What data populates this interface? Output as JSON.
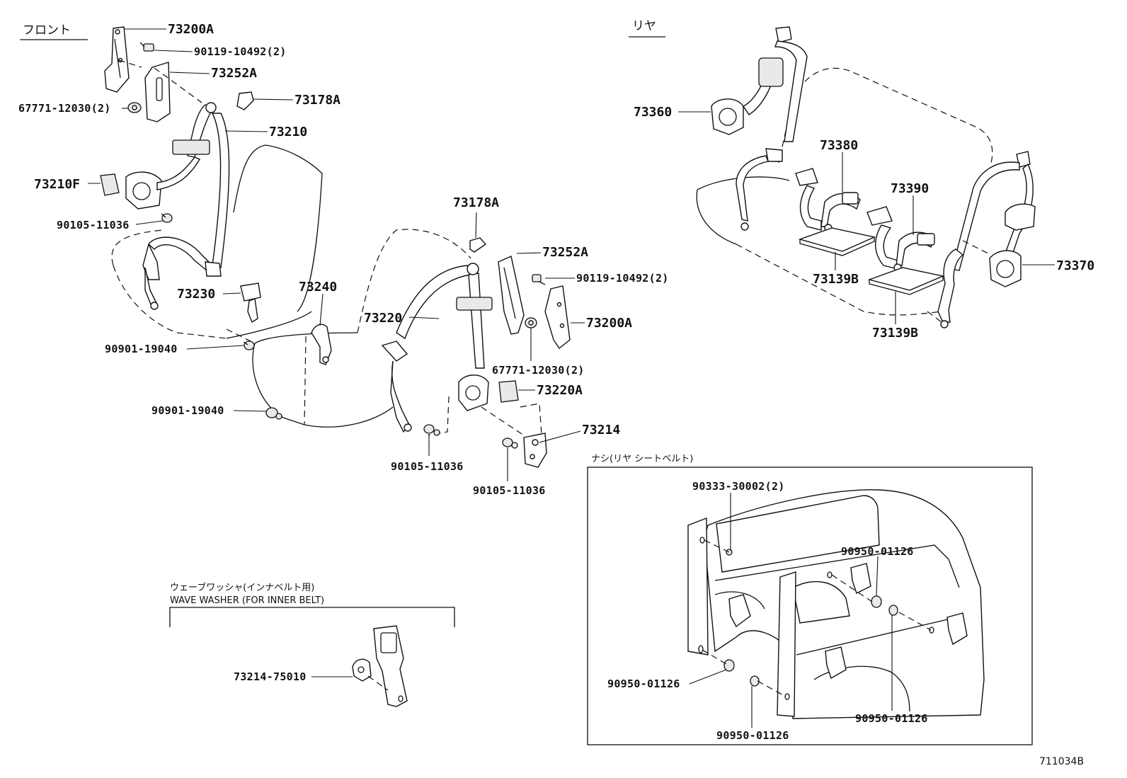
{
  "sections": {
    "front_title": "フロント",
    "rear_title": "リヤ",
    "inner_title": "ナシ(リヤ シートベルト)",
    "washer_title_jp": "ウェーブワッシャ(インナベルト用)",
    "washer_title_en": "WAVE WASHER (FOR INNER BELT)"
  },
  "front_labels": {
    "p73200A_top": "73200A",
    "p90119_top": "90119-10492(2)",
    "p73252A_top": "73252A",
    "p67771_top": "67771-12030(2)",
    "p73178A_top": "73178A",
    "p73210": "73210",
    "p73210F": "73210F",
    "p90105_left": "90105-11036",
    "p73230": "73230",
    "p73240": "73240",
    "p90901_a": "90901-19040",
    "p90901_b": "90901-19040",
    "p73178A_mid": "73178A",
    "p73252A_mid": "73252A",
    "p90119_mid": "90119-10492(2)",
    "p73220": "73220",
    "p73200A_mid": "73200A",
    "p67771_mid": "67771-12030(2)",
    "p73220A": "73220A",
    "p73214": "73214",
    "p90105_mid": "90105-11036",
    "p90105_right": "90105-11036"
  },
  "rear_labels": {
    "p73360": "73360",
    "p73380": "73380",
    "p73390": "73390",
    "p73370": "73370",
    "p73139B_a": "73139B",
    "p73139B_b": "73139B"
  },
  "inner_labels": {
    "p90333": "90333-30002(2)",
    "p90950_a": "90950-01126",
    "p90950_b": "90950-01126",
    "p90950_c": "90950-01126",
    "p90950_d": "90950-01126"
  },
  "washer_labels": {
    "p73214_75010": "73214-75010"
  },
  "diagram_code": "711034B"
}
